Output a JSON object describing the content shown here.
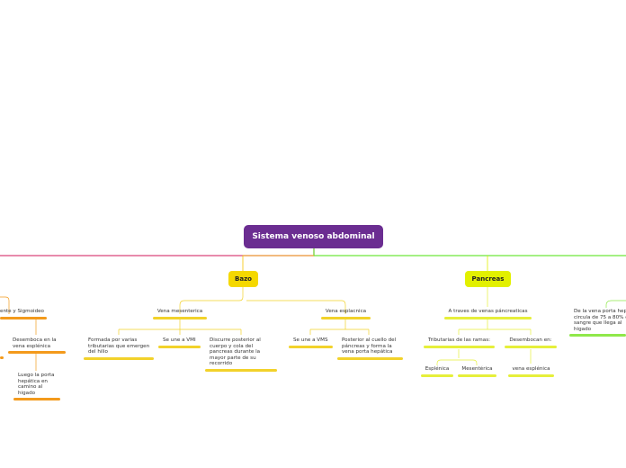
{
  "root": {
    "label": "Sistema venoso abdominal",
    "color": "#6b2d91"
  },
  "colors": {
    "bazo": "#f5d800",
    "bazo_bar": "#f2d22a",
    "pancreas": "#e2f000",
    "pancreas_bar": "#e6ef3a",
    "left_branch": "#d9467a",
    "left_bar": "#f39a1c",
    "right_branch": "#6ee63a",
    "right_bar": "#8fe84a"
  },
  "branches": {
    "bazo": {
      "label": "Bazo"
    },
    "pancreas": {
      "label": "Pancreas"
    }
  },
  "nodes": {
    "left_sigmoid": "ente y Sigmoideo",
    "left_desemboca": "Desemboca en la\nvena esplénica",
    "left_luego": "Luego la porta\nhepática en\ncamino al\nhigado",
    "bazo_mesenterica": "Vena mesenterica",
    "bazo_formada": "Formada por varias\ntributarias que emergen\ndel hilio",
    "bazo_vmi": "Se une a VMI",
    "bazo_discurre": "Discurre posterior al\ncuerpo y cola del\npancreas durante la\nmayor parte de su\nrecorrido",
    "bazo_esplacnica": "Vena esplacnica",
    "bazo_vms": "Se une a VMS",
    "bazo_posterior": "Posterior al cuello del\npáncreas y forma la\nvena porta hepática",
    "pan_atraves": "A traves de venas páncreaticas",
    "pan_tributarias": "Tributarias de las ramas:",
    "pan_desembocan": "Desembocan en:",
    "pan_esplenica": "Esplénica",
    "pan_mesenterica": "Mesentérica",
    "pan_vena_esplenica": "vena esplénica",
    "right_porta": "De la vena porta hep\ncircula de 75 a 80% d\nsangre que llega al\nhigado"
  }
}
